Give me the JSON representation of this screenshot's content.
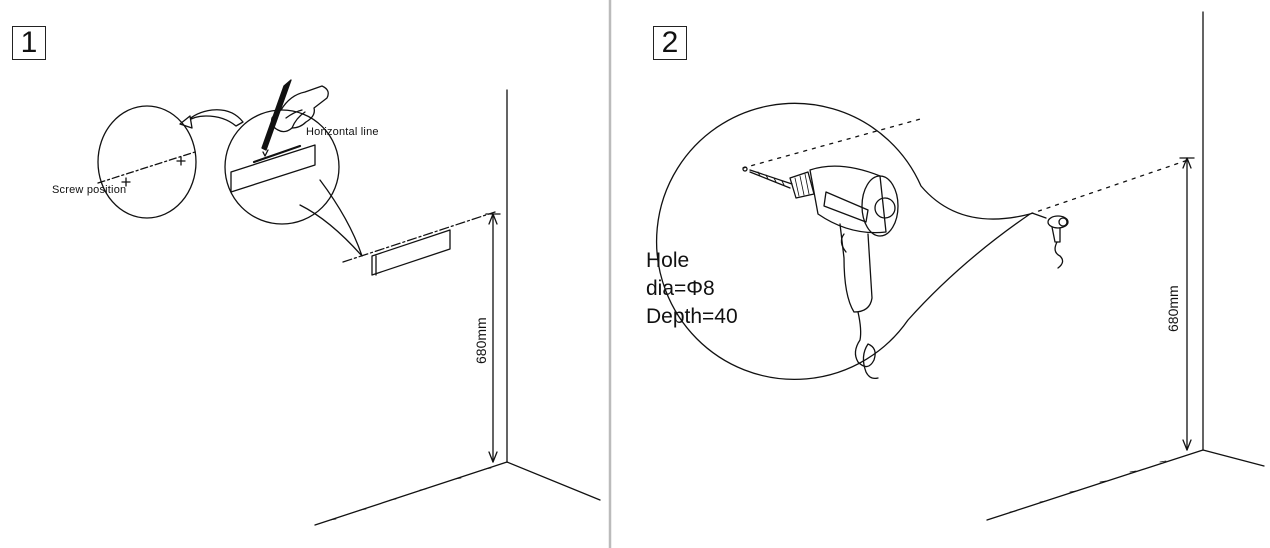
{
  "panels": [
    {
      "step": "1",
      "labels": {
        "screw_position": "Screw position",
        "horizontal_line": "Horizontal line"
      },
      "dimension": "680mm"
    },
    {
      "step": "2",
      "hole_spec": {
        "line1": "Hole",
        "line2": "dia=Φ8",
        "line3": "Depth=40"
      },
      "dimension": "680mm"
    }
  ]
}
